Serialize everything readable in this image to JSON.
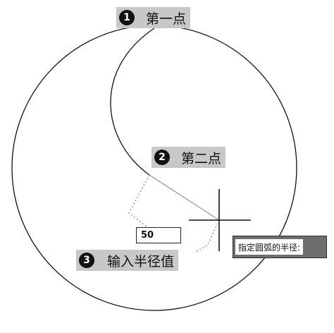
{
  "callouts": {
    "first": {
      "number": "1",
      "label": "第一点"
    },
    "second": {
      "number": "2",
      "label": "第二点"
    },
    "third": {
      "number": "3",
      "label": "输入半径值"
    }
  },
  "input": {
    "value": "50"
  },
  "tooltip": {
    "text": "指定圆弧的半径:"
  },
  "colors": {
    "callout_bg": "#c8c8c8",
    "badge": "#111111",
    "tooltip_frame": "#6e6e6e"
  }
}
